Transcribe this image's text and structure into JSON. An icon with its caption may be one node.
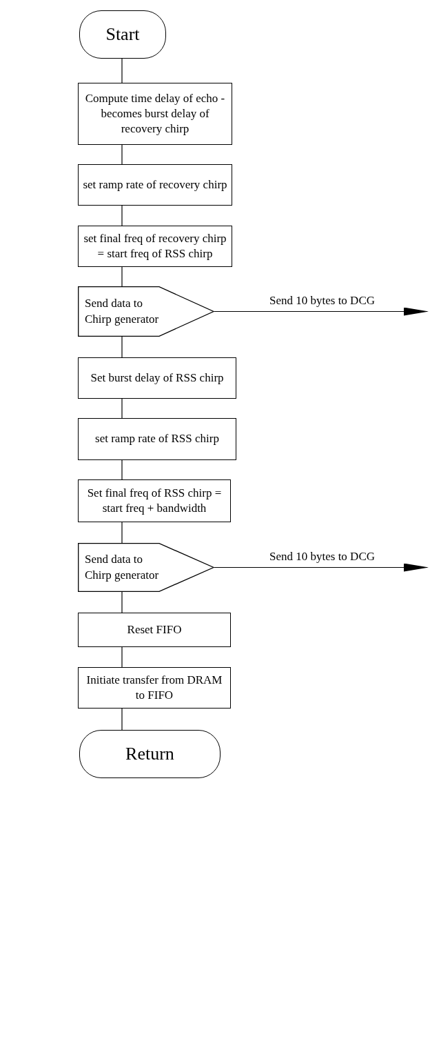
{
  "diagram": {
    "nodes": [
      {
        "text": [
          "Start"
        ]
      },
      {
        "text": [
          "Compute time delay of echo - becomes burst delay of recovery chirp"
        ]
      },
      {
        "text": [
          "set ramp rate of recovery chirp"
        ]
      },
      {
        "text": [
          "set final freq of recovery chirp = start freq of RSS chirp"
        ]
      },
      {
        "text": [
          "Send data to Chirp generator"
        ]
      },
      {
        "text": [
          "Set burst delay of RSS chirp"
        ]
      },
      {
        "text": [
          "set ramp rate of RSS chirp"
        ]
      },
      {
        "text": [
          "Set final freq of RSS chirp = start freq + bandwidth"
        ]
      },
      {
        "text": [
          "Send data to Chirp generator"
        ]
      },
      {
        "text": [
          "Reset FIFO"
        ]
      },
      {
        "text": [
          "Initiate transfer from DRAM to FIFO"
        ]
      },
      {
        "text": [
          "Return"
        ]
      }
    ],
    "edges": [
      {
        "from": 0,
        "to": 1,
        "arrow": "none"
      },
      {
        "from": 1,
        "to": 2,
        "arrow": "none"
      },
      {
        "from": 2,
        "to": 3,
        "arrow": "none"
      },
      {
        "from": 3,
        "to": 4,
        "arrow": "none"
      },
      {
        "from": 4,
        "to": null,
        "arrow": "to",
        "label": "Send 10 bytes to DCG"
      },
      {
        "from": 4,
        "to": 5,
        "arrow": "none"
      },
      {
        "from": 5,
        "to": 6,
        "arrow": "none"
      },
      {
        "from": 6,
        "to": 7,
        "arrow": "none"
      },
      {
        "from": 7,
        "to": 8,
        "arrow": "none"
      },
      {
        "from": 8,
        "to": null,
        "arrow": "to",
        "label": "Send 10 bytes to DCG"
      },
      {
        "from": 8,
        "to": 9,
        "arrow": "none"
      },
      {
        "from": 9,
        "to": 10,
        "arrow": "none"
      },
      {
        "from": 10,
        "to": 11,
        "arrow": "none"
      }
    ]
  }
}
